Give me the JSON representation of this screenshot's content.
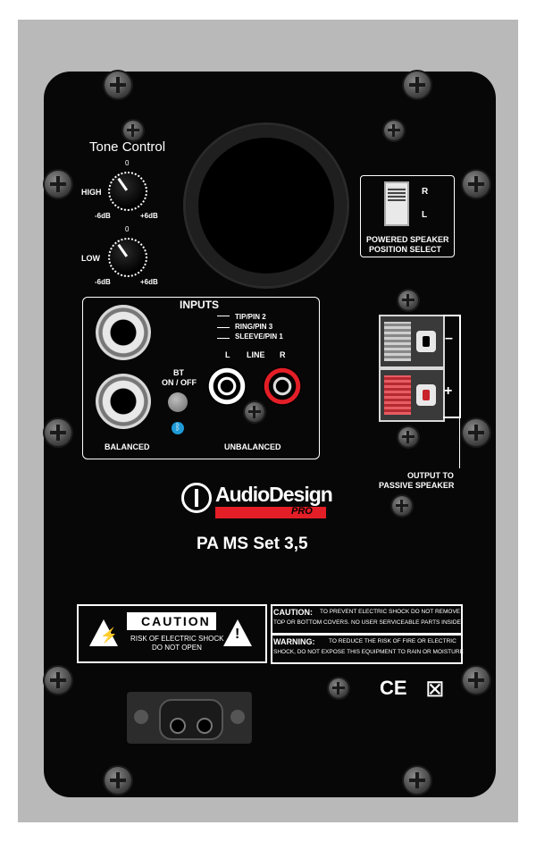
{
  "tone_control": {
    "title": "Tone Control",
    "high": {
      "label": "HIGH",
      "zero": "0",
      "min": "-6dB",
      "max": "+6dB"
    },
    "low": {
      "label": "LOW",
      "zero": "0",
      "min": "-6dB",
      "max": "+6dB"
    }
  },
  "position_select": {
    "r": "R",
    "l": "L",
    "caption_line1": "POWERED SPEAKER",
    "caption_line2": "POSITION SELECT"
  },
  "inputs": {
    "title": "INPUTS",
    "legend": [
      "TIP/PIN 2",
      "RING/PIN 3",
      "SLEEVE/PIN 1"
    ],
    "bt_label_1": "BT",
    "bt_label_2": "ON / OFF",
    "bt_icon": "ᛒ",
    "line_l": "L",
    "line": "LINE",
    "line_r": "R",
    "balanced": "BALANCED",
    "unbalanced": "UNBALANCED"
  },
  "output": {
    "minus": "–",
    "plus": "+",
    "caption_line1": "OUTPUT TO",
    "caption_line2": "PASSIVE SPEAKER"
  },
  "brand": {
    "logo_text": "AudioDesign",
    "logo_sub": "PRO",
    "model": "PA MS Set 3,5"
  },
  "caution": {
    "title": "CAUTION",
    "sub1": "RISK OF ELECTRIC SHOCK",
    "sub2": "DO NOT OPEN",
    "tri_mark_1": "⚡",
    "tri_mark_2": "!",
    "caution_label": "CAUTION:",
    "caution_text1": "TO PREVENT ELECTRIC SHOCK DO NOT REMOVE",
    "caution_text2": "TOP OR BOTTOM COVERS. NO USER SERVICEABLE PARTS INSIDE",
    "warning_label": "WARNING:",
    "warning_text1": "TO REDUCE THE RISK OF FIRE OR ELECTRIC",
    "warning_text2": "SHOCK, DO NOT EXPOSE THIS EQUIPMENT TO RAIN OR MOISTURE"
  },
  "marks": {
    "ce": "CE",
    "weee": "⊠"
  },
  "colors": {
    "panel": "#070707",
    "frame": "#b9b9b9",
    "accent_red": "#e41e26",
    "bt_blue": "#1e9ad6"
  }
}
